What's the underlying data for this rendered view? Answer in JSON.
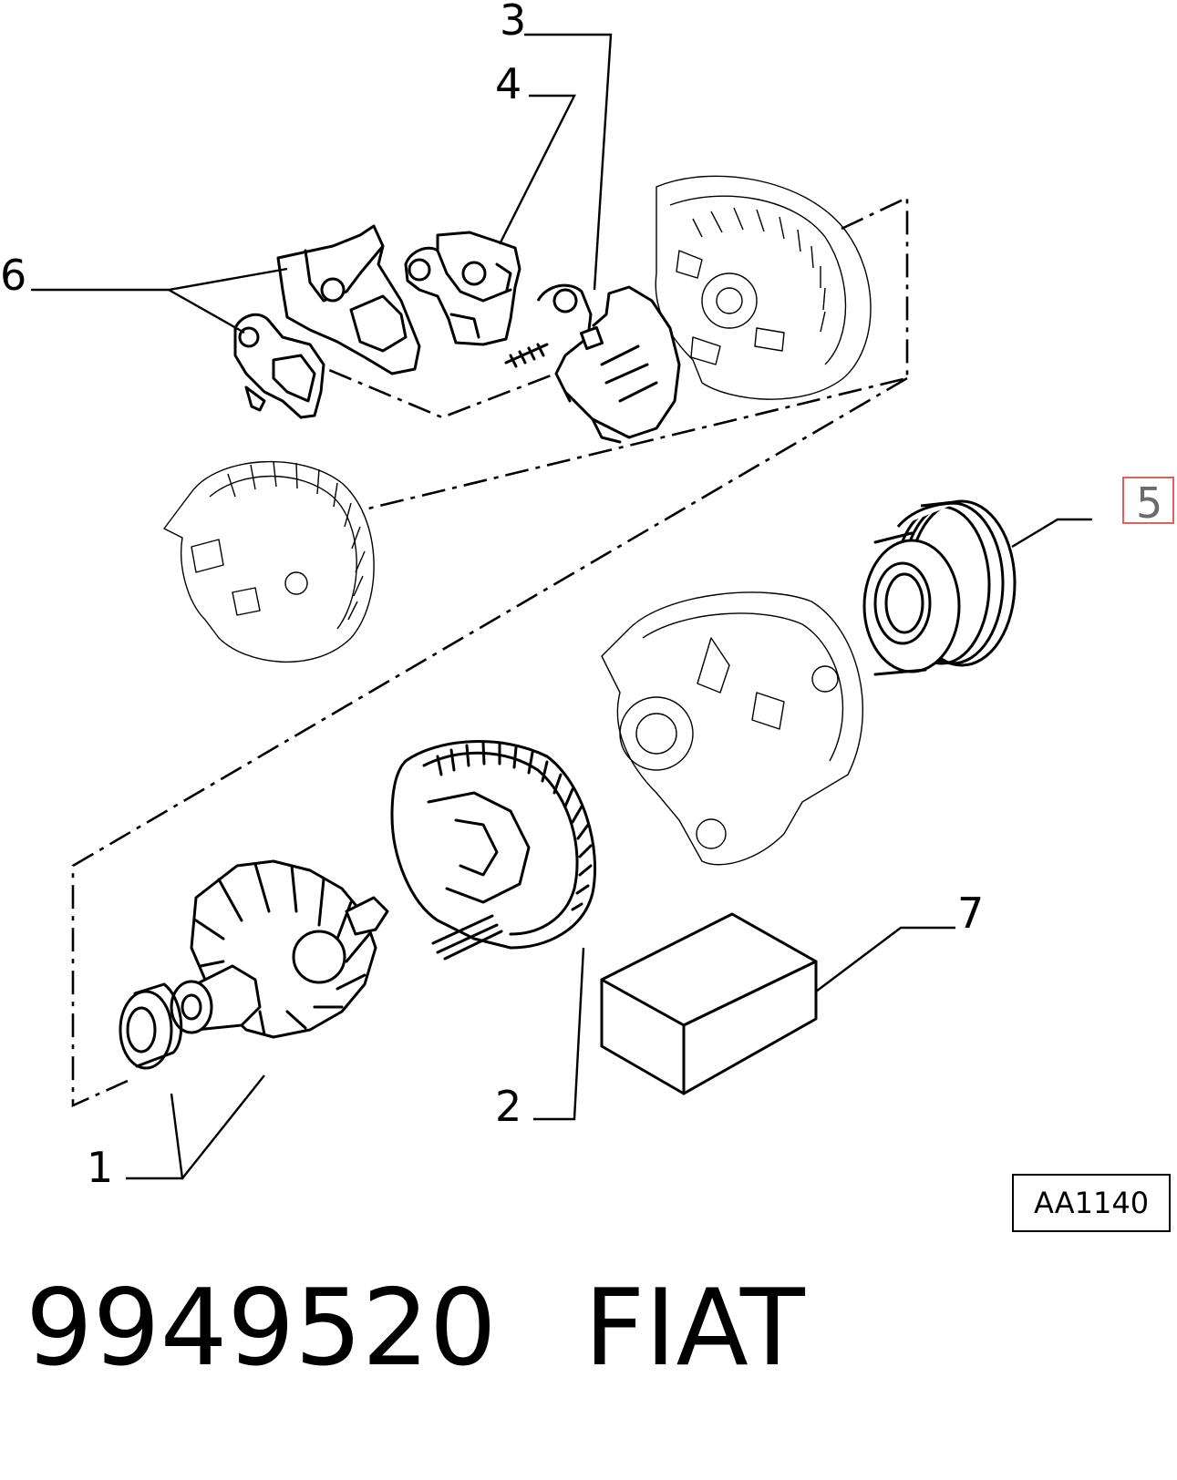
{
  "diagram": {
    "callouts": [
      {
        "id": "1",
        "text": "1"
      },
      {
        "id": "2",
        "text": "2"
      },
      {
        "id": "3",
        "text": "3"
      },
      {
        "id": "4",
        "text": "4"
      },
      {
        "id": "5",
        "text": "5",
        "highlighted": true
      },
      {
        "id": "6",
        "text": "6"
      },
      {
        "id": "7",
        "text": "7"
      }
    ],
    "highlight_color": "#e06060",
    "reference_code": "AA1140"
  },
  "footer": {
    "part_number": "9949520",
    "brand": "FIAT"
  }
}
